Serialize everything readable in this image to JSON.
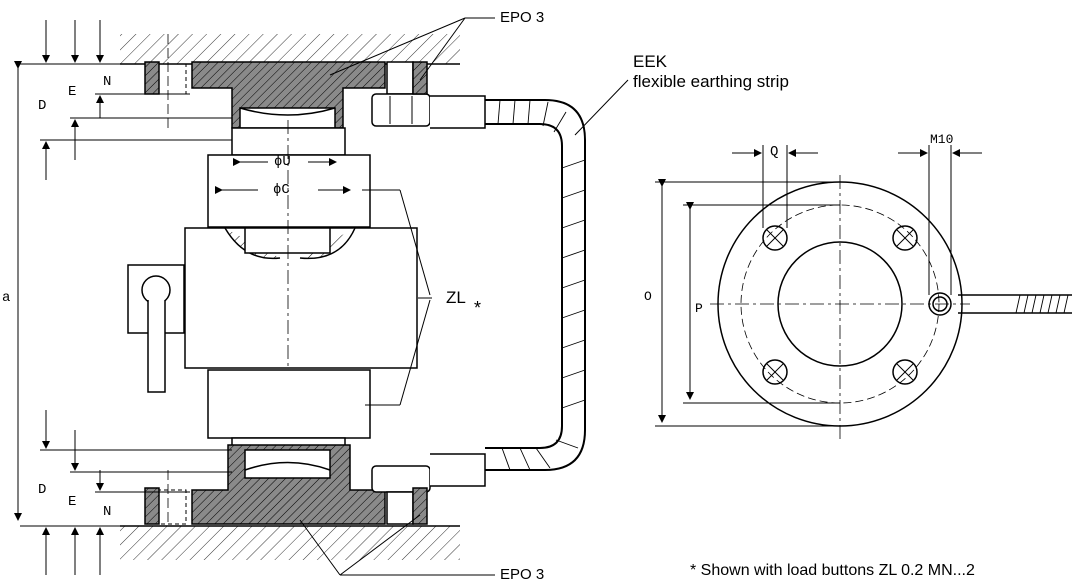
{
  "labels": {
    "epo3_top": "EPO 3",
    "epo3_bottom": "EPO 3",
    "eek_code": "EEK",
    "eek_desc": "flexible earthing strip",
    "zl": "ZL",
    "zl_star": "*",
    "dia_u": "ϕU",
    "dia_c": "ϕC",
    "dim_d_top": "D",
    "dim_e_top": "E",
    "dim_n_top": "N",
    "dim_d_bottom": "D",
    "dim_e_bottom": "E",
    "dim_n_bottom": "N",
    "dim_a": "a",
    "dim_q": "Q",
    "dim_m10": "M10",
    "dim_o": "O",
    "dim_p": "P",
    "footnote": "* Shown with load buttons ZL  0.2 MN...2"
  }
}
